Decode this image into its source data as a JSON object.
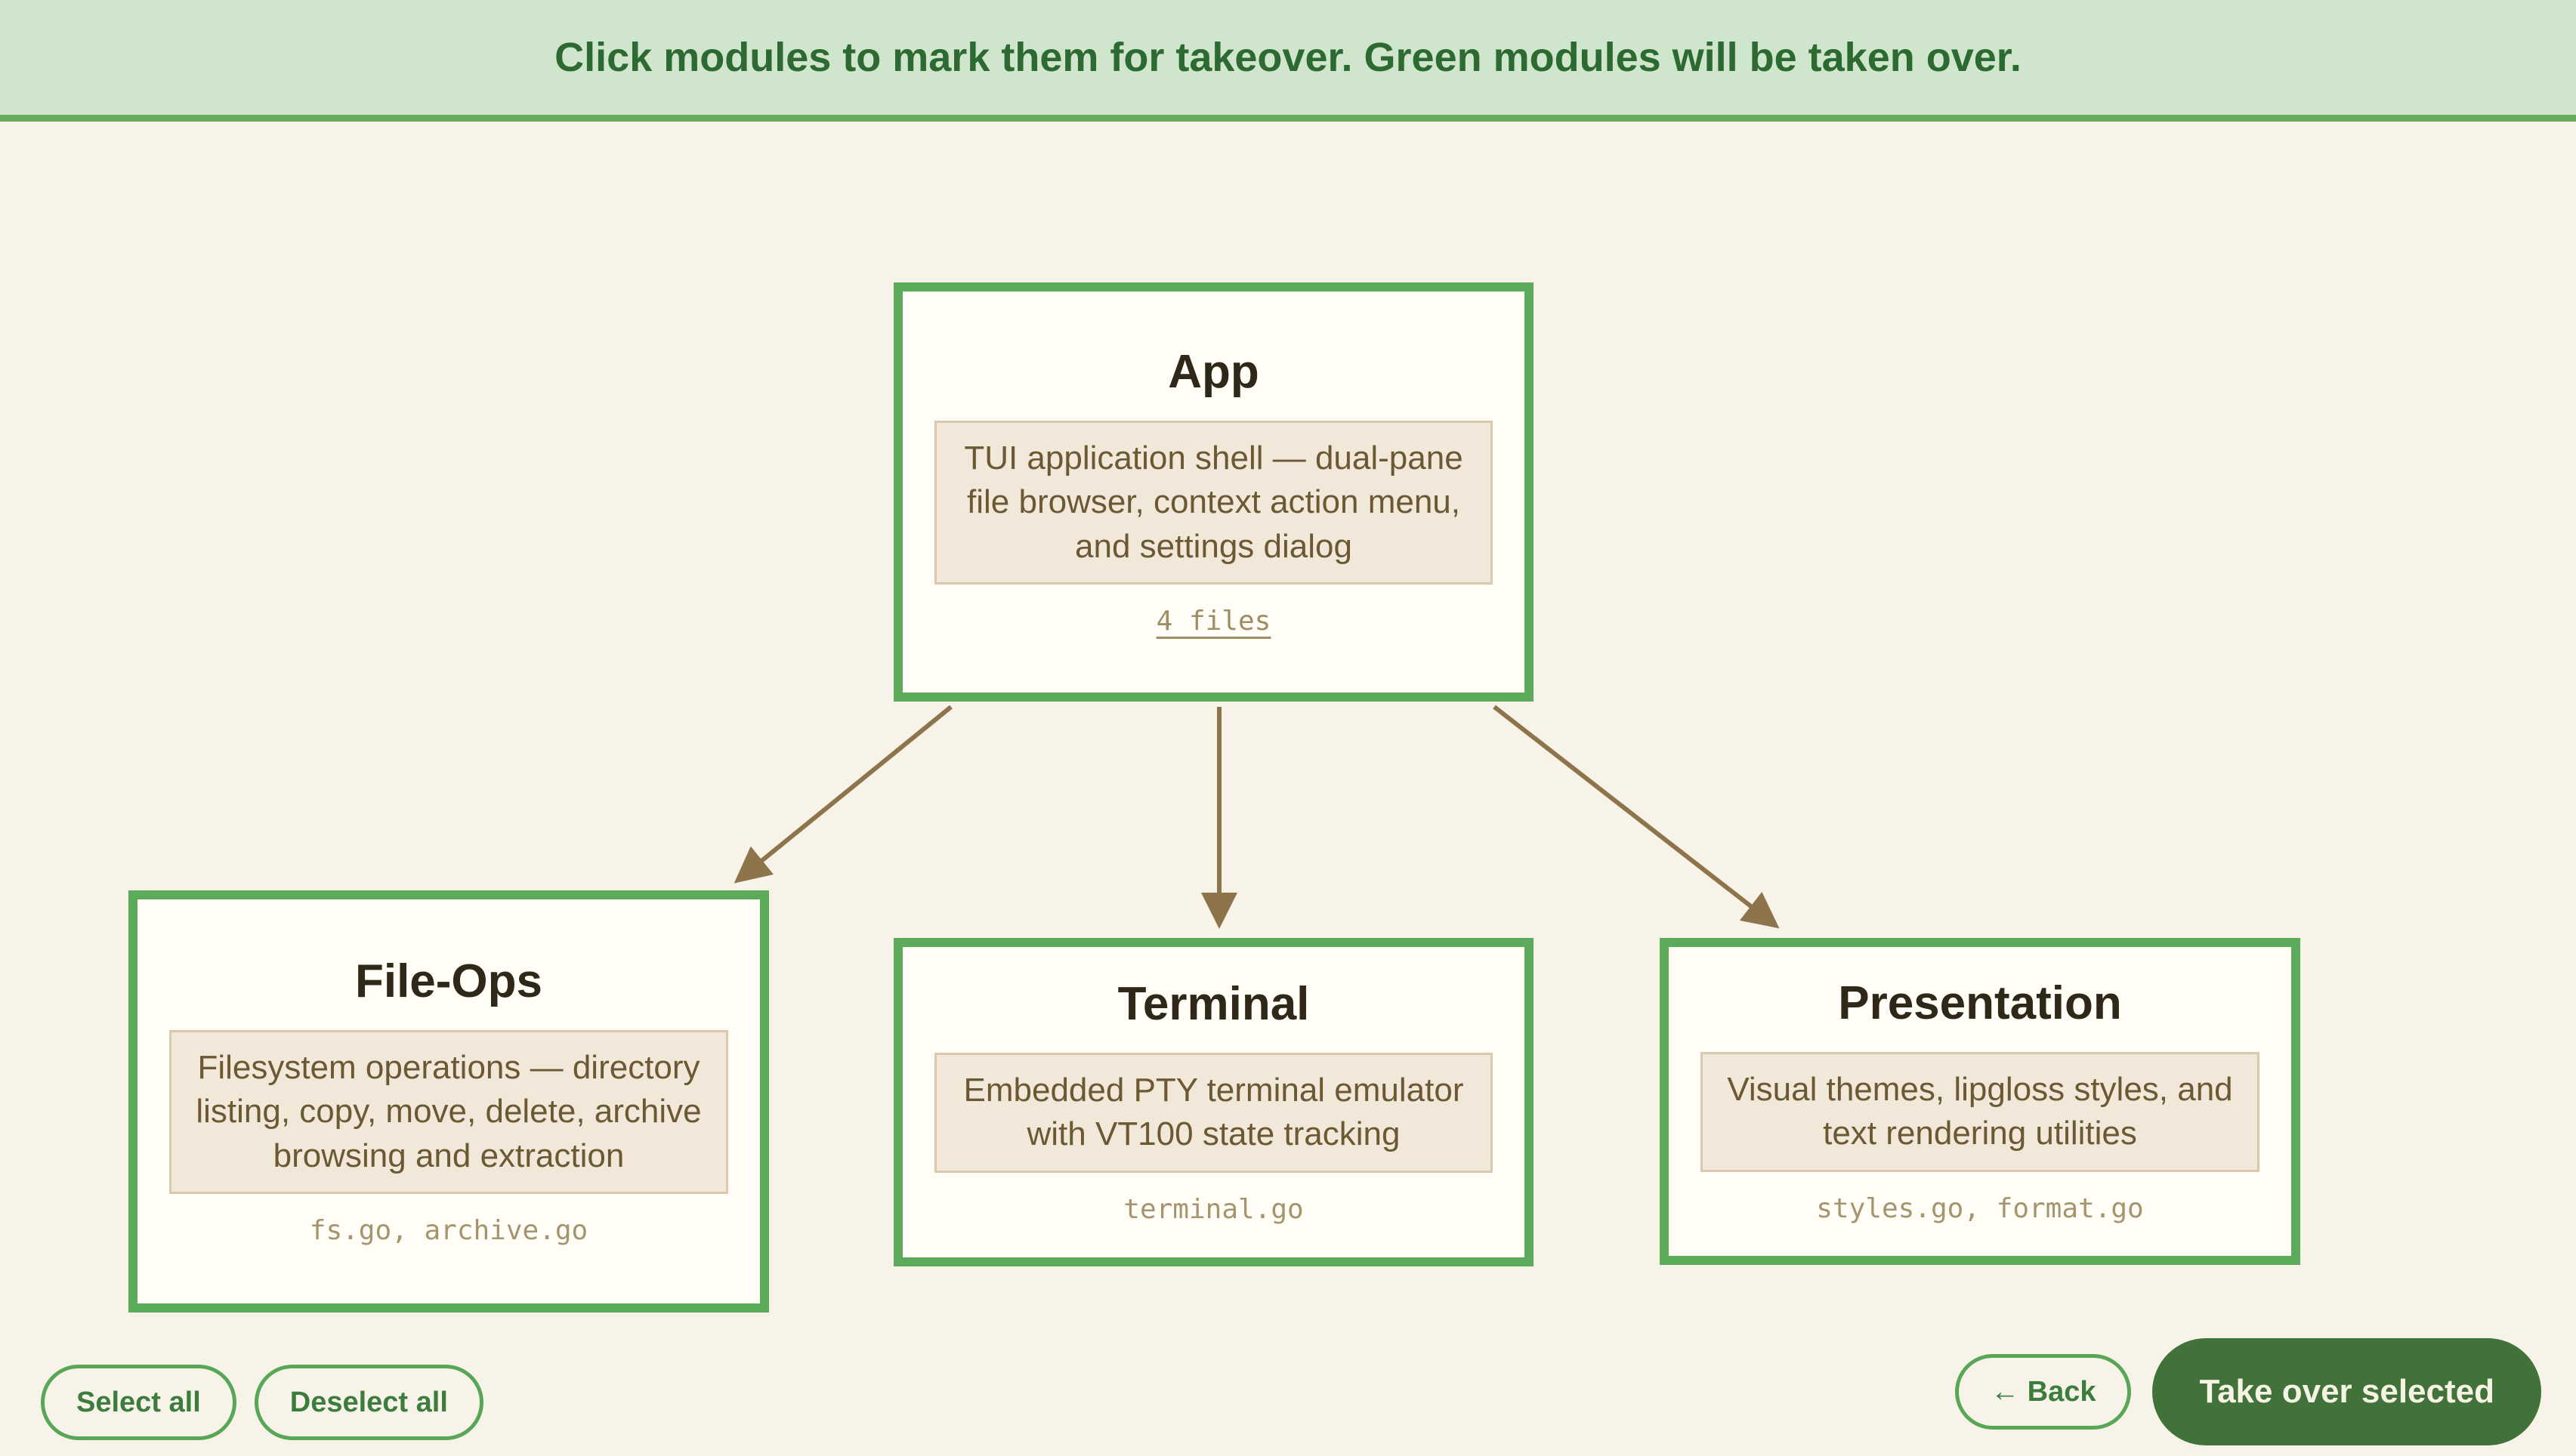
{
  "banner": {
    "text": "Click modules to mark them for takeover. Green modules will be taken over."
  },
  "modules": [
    {
      "id": "app",
      "title": "App",
      "description": "TUI application shell — dual-pane file browser, context action menu, and settings dialog",
      "files": "4 files",
      "selected": true
    },
    {
      "id": "file-ops",
      "title": "File-Ops",
      "description": "Filesystem operations — directory listing, copy, move, delete, archive browsing and extraction",
      "files": "fs.go, archive.go",
      "selected": true
    },
    {
      "id": "terminal",
      "title": "Terminal",
      "description": "Embedded PTY terminal emulator with VT100 state tracking",
      "files": "terminal.go",
      "selected": true
    },
    {
      "id": "presentation",
      "title": "Presentation",
      "description": "Visual themes, lipgloss styles, and text rendering utilities",
      "files": "styles.go, format.go",
      "selected": true
    }
  ],
  "footer": {
    "select_all": "Select all",
    "deselect_all": "Deselect all",
    "back": "← Back",
    "take_over": "Take over selected"
  },
  "colors": {
    "page_bg": "#f8f3e9",
    "banner_bg": "#cfe6cc",
    "banner_border": "#67aa5e",
    "banner_text": "#2d6a32",
    "selected_module_border": "#5cab5b",
    "module_bg": "#fffdf6",
    "module_title": "#2f2818",
    "description_bg": "#f1e8d9",
    "description_border": "#d9c9ae",
    "description_text": "#6b5933",
    "files_text": "#a5956f",
    "arrow": "#8d744a",
    "button_border": "#57a757",
    "button_text": "#3c7d3e",
    "primary_button_bg": "#40723a",
    "primary_button_text": "#f6f2e4"
  }
}
